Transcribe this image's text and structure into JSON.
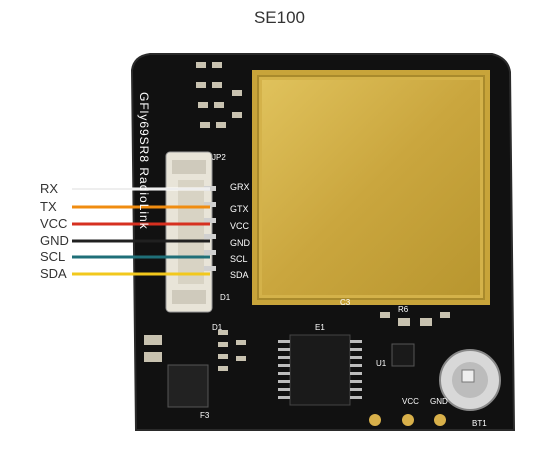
{
  "title": "SE100",
  "wires": [
    {
      "label": "RX",
      "color": "#ffffff"
    },
    {
      "label": "TX",
      "color": "#f08c10"
    },
    {
      "label": "VCC",
      "color": "#d63020"
    },
    {
      "label": "GND",
      "color": "#202020"
    },
    {
      "label": "SCL",
      "color": "#1f6f78"
    },
    {
      "label": "SDA",
      "color": "#f2c81c"
    }
  ],
  "board": {
    "pin_labels": [
      "GRX",
      "GTX",
      "VCC",
      "GND",
      "SCL",
      "SDA"
    ],
    "vertical_text": "GFly69SR8 RadioLink",
    "silkscreen": [
      "E1",
      "D1",
      "U1",
      "F3",
      "BT1",
      "GND",
      "VCC",
      "JP2",
      "R6",
      "D1",
      "C3"
    ]
  }
}
